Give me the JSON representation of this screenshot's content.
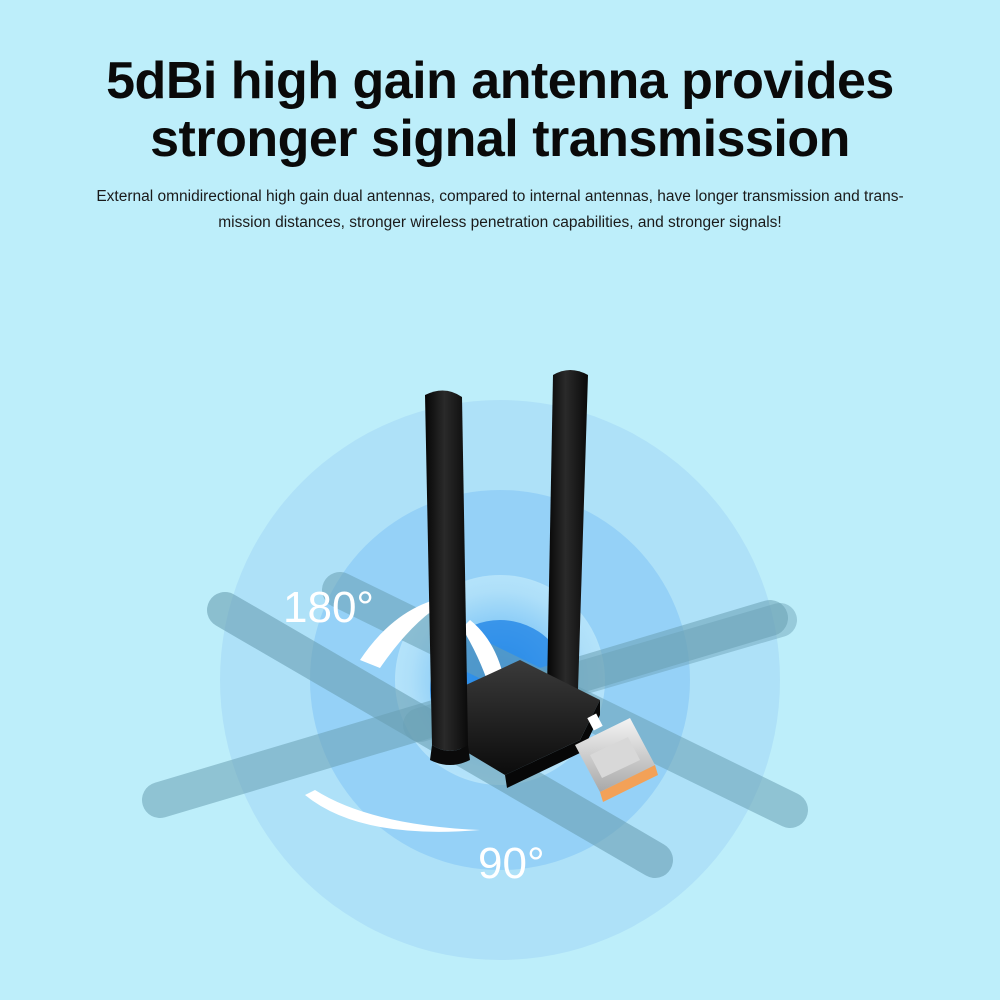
{
  "headline": {
    "line1": "5dBi high gain antenna provides",
    "line2": "stronger signal transmission"
  },
  "description": {
    "line1": "External omnidirectional high gain dual antennas, compared to internal antennas, have longer transmission and trans-",
    "line2": "mission distances, stronger wireless penetration capabilities, and stronger signals!"
  },
  "angles": {
    "upper": "180°",
    "lower": "90°"
  },
  "colors": {
    "background": "#bdeefa",
    "signal_outer": "#a9dcf8",
    "signal_inner": "#2f8fe8",
    "antenna": "#121212",
    "usb_tip": "#f3a157"
  }
}
